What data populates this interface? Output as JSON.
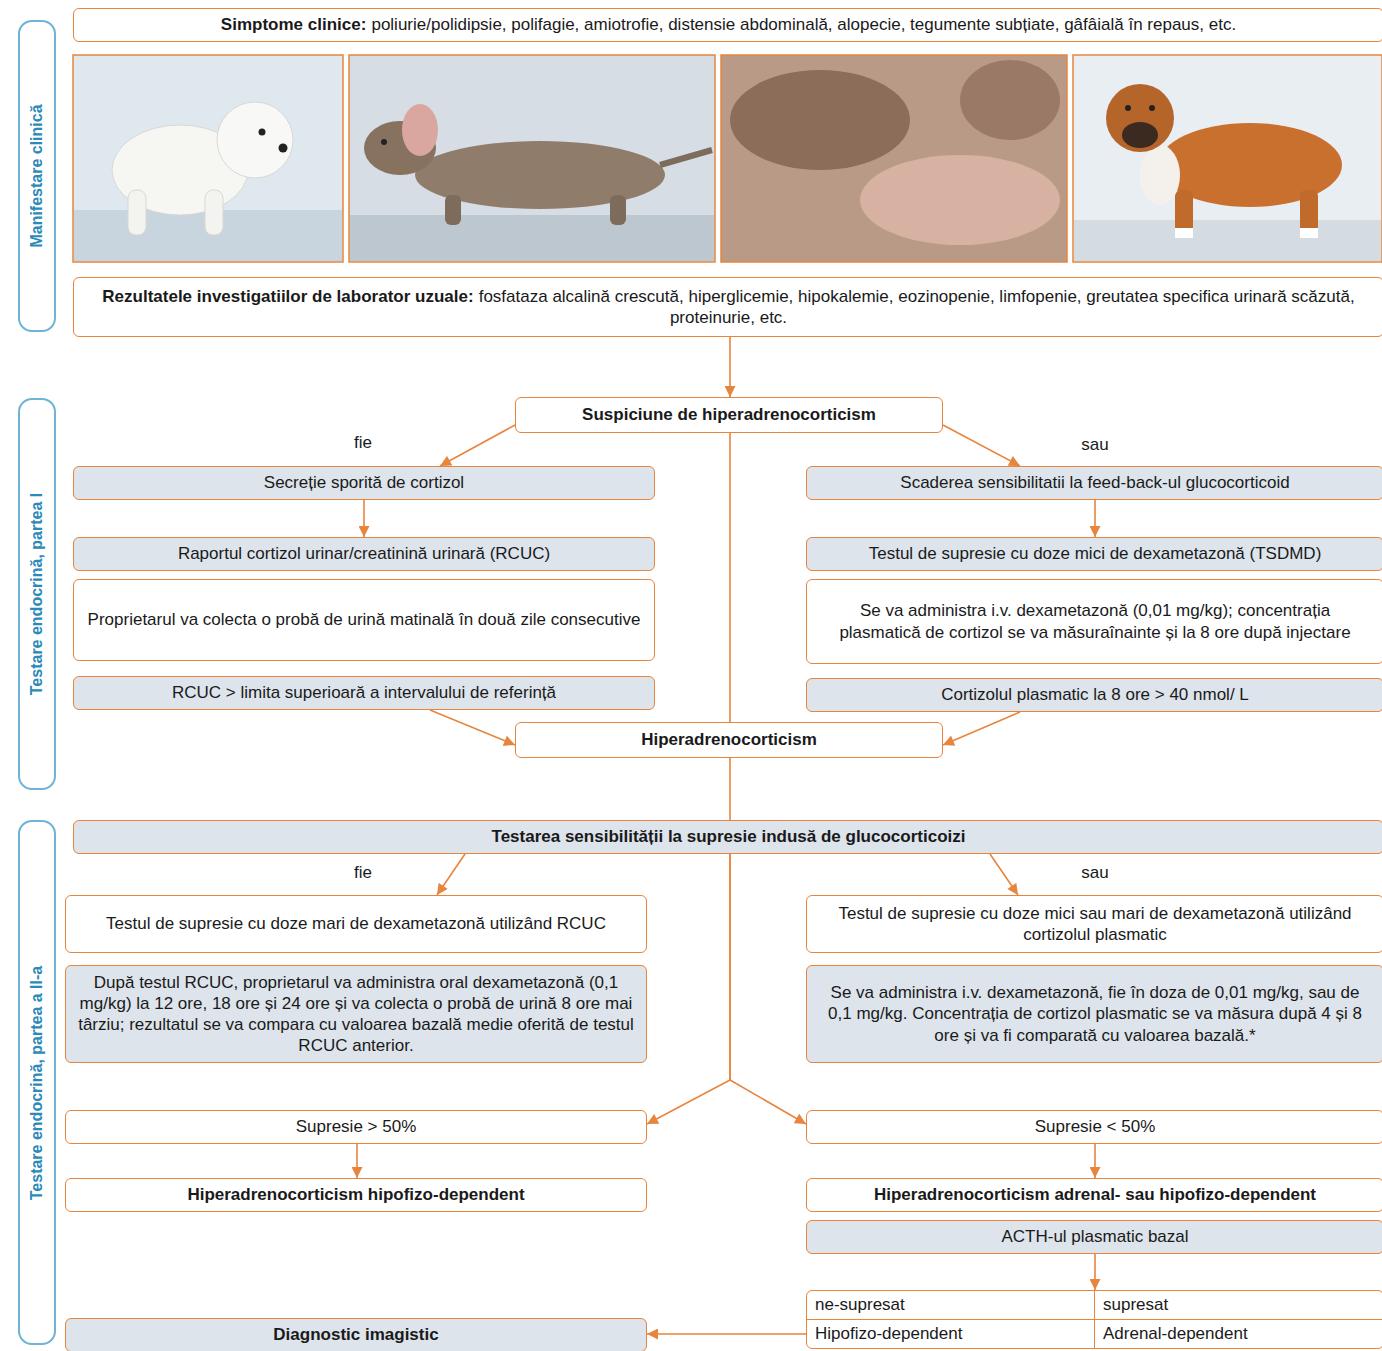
{
  "diagram": {
    "nodes": [
      {
        "text": [
          "Manifestare clinică"
        ]
      },
      {
        "text": [
          "Simptome clinice:",
          "poliurie/polidipsie, polifagie, amiotrofie, distensie abdominală, alopecie, tegumente subțiate, gâfâială în repaus, etc."
        ]
      },
      {
        "text": [
          "Rezultatele investigatiilor de laborator uzuale:",
          "fosfataza alcalină crescută, hiperglicemie, hipokalemie, eozinopenie, limfopenie, greutatea specifica urinară scăzută, proteinurie, etc."
        ]
      },
      {
        "text": [
          "Testare endocrină, partea I"
        ]
      },
      {
        "text": [
          "Suspiciune de hiperadrenocorticism"
        ]
      },
      {
        "text": [
          "Secreție sporită de cortizol"
        ]
      },
      {
        "text": [
          "Raportul cortizol urinar/creatinină urinară (RCUC)"
        ]
      },
      {
        "text": [
          "Proprietarul va colecta o probă de urină matinală în două zile consecutive"
        ]
      },
      {
        "text": [
          "RCUC > limita superioară a intervalului de referință"
        ]
      },
      {
        "text": [
          "Scaderea sensibilitatii la feed-back-ul glucocorticoid"
        ]
      },
      {
        "text": [
          "Testul de supresie cu doze mici de dexametazonă (TSDMD)"
        ]
      },
      {
        "text": [
          "Se va administra i.v. dexametazonă (0,01 mg/kg); concentrația plasmatică de cortizol se va măsuraînainte și la 8 ore după injectare"
        ]
      },
      {
        "text": [
          "Cortizolul plasmatic la 8 ore > 40 nmol/ L"
        ]
      },
      {
        "text": [
          "Hiperadrenocorticism"
        ]
      },
      {
        "text": [
          "Testare endocrină, partea a II-a"
        ]
      },
      {
        "text": [
          "Testarea sensibilității la supresie indusă de glucocorticoizi"
        ]
      },
      {
        "text": [
          "Testul de supresie cu doze mari de dexametazonă utilizând RCUC"
        ]
      },
      {
        "text": [
          "După testul RCUC, proprietarul va administra oral dexametazonă (0,1 mg/kg) la 12 ore, 18 ore și 24 ore și va colecta o probă de urină 8 ore mai târziu; rezultatul se va compara cu valoarea bazală medie oferită de testul RCUC anterior."
        ]
      },
      {
        "text": [
          "Supresie > 50%"
        ]
      },
      {
        "text": [
          "Hiperadrenocorticism hipofizo-dependent"
        ]
      },
      {
        "text": [
          "Testul de supresie cu doze mici sau mari de dexametazonă utilizând cortizolul plasmatic"
        ]
      },
      {
        "text": [
          "Se va administra i.v. dexametazonă, fie în doza de 0,01 mg/kg, sau de 0,1 mg/kg. Concentrația de cortizol plasmatic se va măsura după 4 și 8 ore și va fi comparată cu valoarea bazală.*"
        ]
      },
      {
        "text": [
          "Supresie < 50%"
        ]
      },
      {
        "text": [
          "Hiperadrenocorticism adrenal- sau hipofizo-dependent"
        ]
      },
      {
        "text": [
          "ACTH-ul plasmatic bazal"
        ]
      },
      {
        "text": [
          "Diagnostic imagistic"
        ]
      },
      {
        "text": [
          "ne-supresat",
          "supresat",
          "Hipofizo-dependent",
          "Adrenal-dependent"
        ]
      }
    ],
    "edges": [
      {
        "from": 2,
        "to": 4,
        "arrow": "to"
      },
      {
        "from": 4,
        "to": 5,
        "arrow": "to"
      },
      {
        "from": 4,
        "to": 9,
        "arrow": "to"
      },
      {
        "from": 4,
        "to": 13,
        "arrow": "none"
      },
      {
        "from": 5,
        "to": 6,
        "arrow": "to"
      },
      {
        "from": 9,
        "to": 10,
        "arrow": "to"
      },
      {
        "from": 8,
        "to": 13,
        "arrow": "to"
      },
      {
        "from": 12,
        "to": 13,
        "arrow": "to"
      },
      {
        "from": 13,
        "to": 15,
        "arrow": "none"
      },
      {
        "from": 15,
        "to": 16,
        "arrow": "to"
      },
      {
        "from": 15,
        "to": 20,
        "arrow": "to"
      },
      {
        "from": 15,
        "to": 18,
        "arrow": "to"
      },
      {
        "from": 15,
        "to": 22,
        "arrow": "to"
      },
      {
        "from": 18,
        "to": 19,
        "arrow": "to"
      },
      {
        "from": 22,
        "to": 23,
        "arrow": "to"
      },
      {
        "from": 24,
        "to": 26,
        "arrow": "to"
      },
      {
        "from": 26,
        "to": 25,
        "arrow": "to"
      }
    ],
    "labels": [
      "fie",
      "sau",
      "fie",
      "sau"
    ]
  }
}
